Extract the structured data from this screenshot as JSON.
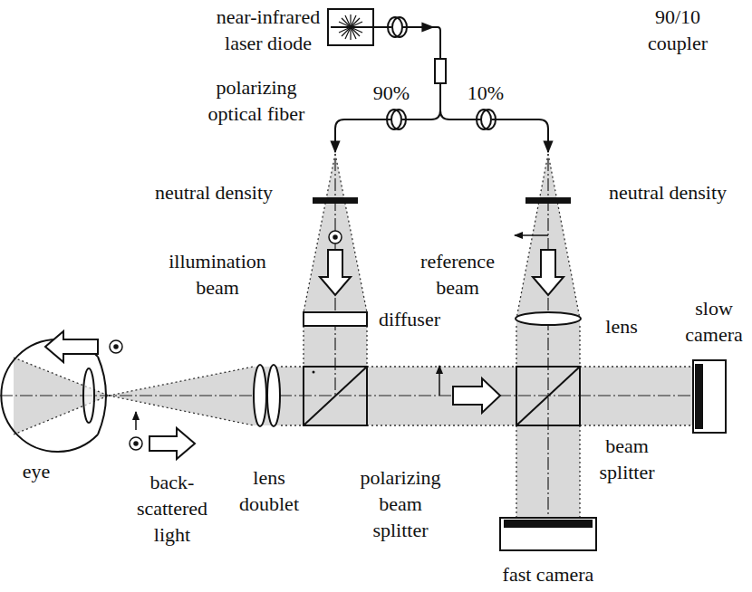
{
  "diagram": {
    "labels": [
      "near-infrared laser diode",
      "90/10 coupler",
      "polarizing optical fiber",
      "90%",
      "10%",
      "neutral density",
      "neutral density",
      "illumination beam",
      "reference beam",
      "diffuser",
      "lens",
      "slow camera",
      "eye",
      "back- scattered light",
      "lens doublet",
      "polarizing beam splitter",
      "beam splitter",
      "fast camera"
    ]
  }
}
